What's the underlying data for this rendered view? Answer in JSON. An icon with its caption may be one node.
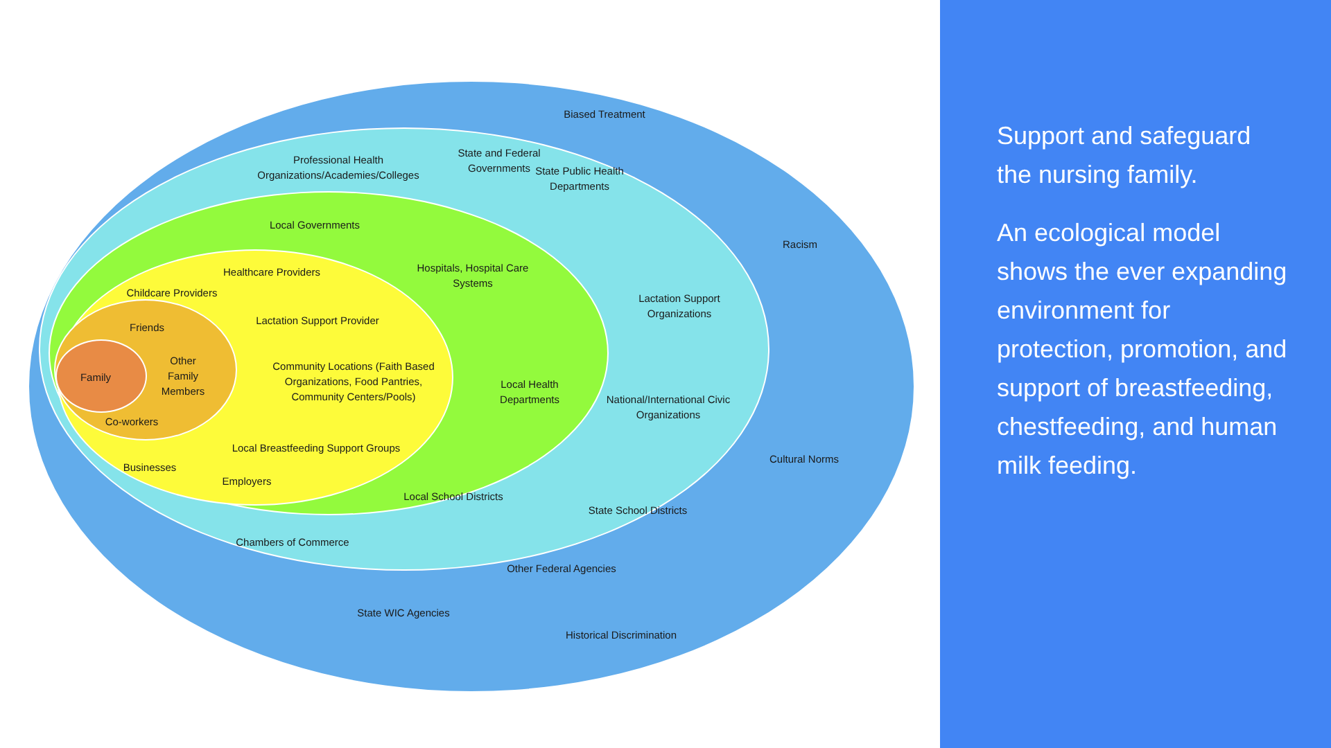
{
  "diagram": {
    "nodes": [
      {
        "text": [
          "Biased Treatment",
          "Racism",
          "Cultural Norms",
          "Historical Discrimination"
        ]
      },
      {
        "text": [
          "Professional Health Organizations/Academies/Colleges",
          "State and Federal Governments",
          "State Public Health Departments",
          "Lactation Support Organizations",
          "National/International Civic Organizations",
          "State School Districts",
          "Other Federal Agencies",
          "State WIC Agencies"
        ],
        "in": 0
      },
      {
        "text": [
          "Local Governments",
          "Hospitals, Hospital Care Systems",
          "Local Health Departments",
          "Local School Districts",
          "Chambers of Commerce"
        ],
        "in": 1
      },
      {
        "text": [
          "Healthcare Providers",
          "Childcare Providers",
          "Lactation Support Provider",
          "Community Locations (Faith Based Organizations, Food Pantries, Community Centers/Pools)",
          "Local Breastfeeding Support Groups",
          "Businesses",
          "Employers"
        ],
        "in": 2
      },
      {
        "text": [
          "Friends",
          "Other Family Members",
          "Co-workers"
        ],
        "in": 3
      },
      {
        "text": [
          "Family"
        ],
        "in": 4
      },
      {
        "text": [
          "Support and safeguard the nursing family.",
          "An ecological model shows the ever expanding environment for protection, promotion, and support of breastfeeding, chestfeeding, and human milk feeding."
        ]
      }
    ],
    "edges": []
  }
}
